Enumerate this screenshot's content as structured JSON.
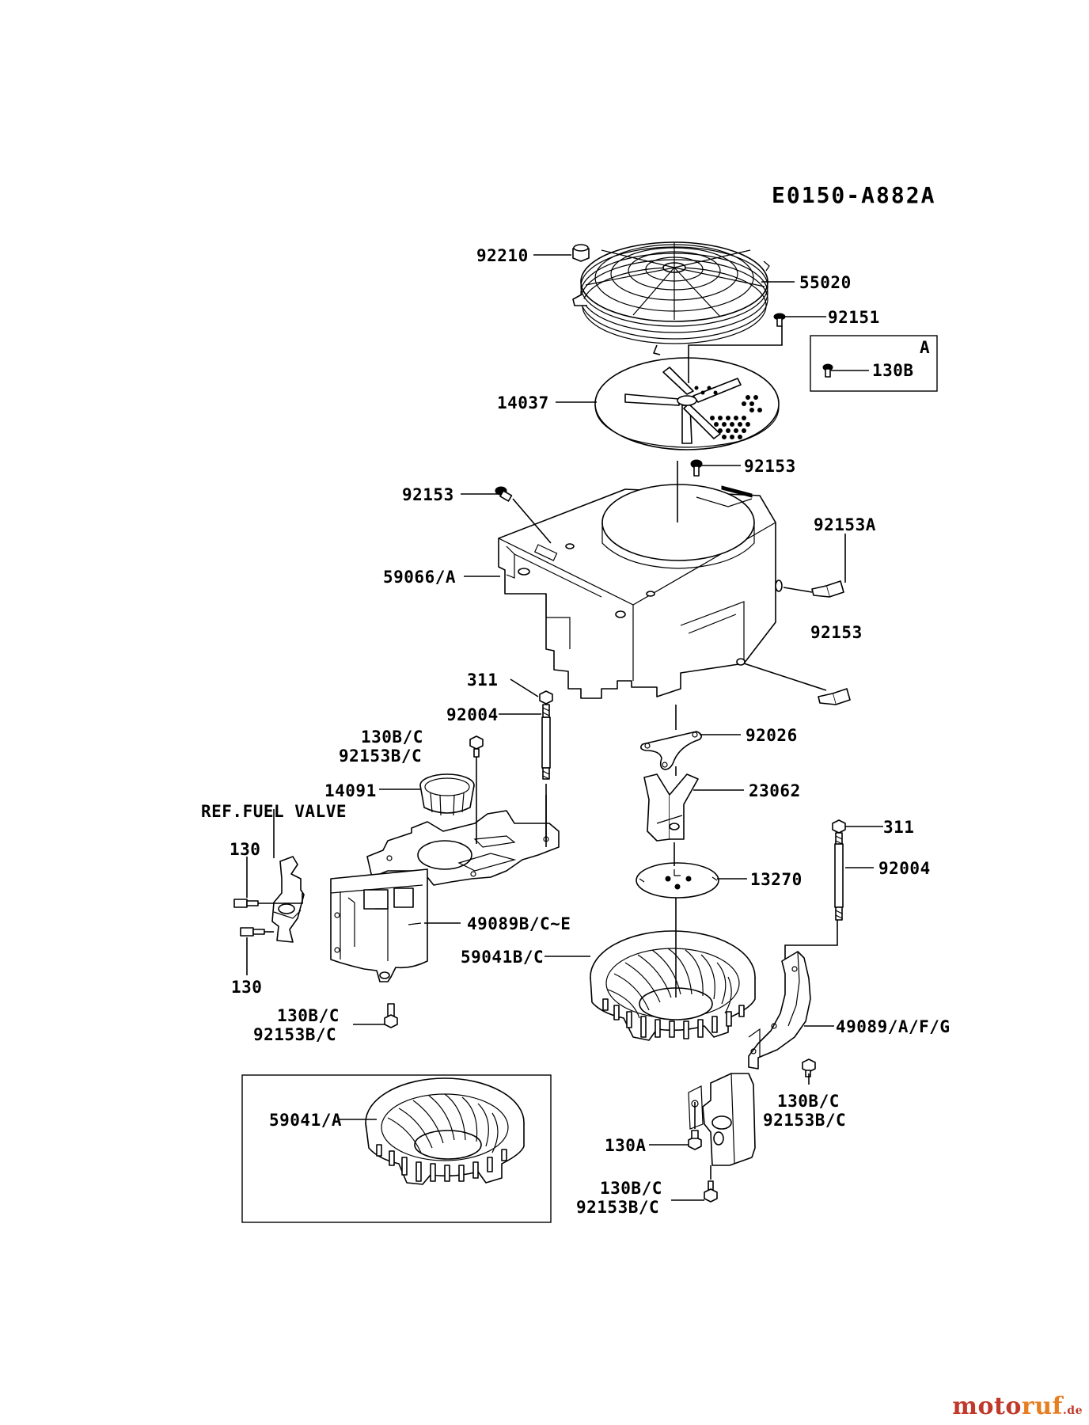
{
  "diagram_code": "E0150-A882A",
  "callouts": {
    "c92210": "92210",
    "c55020": "55020",
    "c92151": "92151",
    "c14037": "14037",
    "c92153_top": "92153",
    "c92153_left": "92153",
    "c92153A": "92153A",
    "c59066": "59066/A",
    "c92153_right": "92153",
    "c311_left": "311",
    "c92004_left": "92004",
    "c130BC_top": "130B/C",
    "c92153BC_top": "92153B/C",
    "c92026": "92026",
    "c14091": "14091",
    "c23062": "23062",
    "ref_fuel_valve": "REF.FUEL VALVE",
    "c311_right": "311",
    "c130_top": "130",
    "c92004_right": "92004",
    "c13270": "13270",
    "c49089BCE": "49089B/C~E",
    "c59041BC": "59041B/C",
    "c130_bottom": "130",
    "c130BC_mid": "130B/C",
    "c92153BC_mid": "92153B/C",
    "c49089AFG": "49089/A/F/G",
    "c59041A": "59041/A",
    "c130BC_right": "130B/C",
    "c92153BC_right": "92153B/C",
    "c130A": "130A",
    "c130BC_bottom": "130B/C",
    "c92153BC_bottom": "92153B/C"
  },
  "inset_a": {
    "letter": "A",
    "part": "130B"
  },
  "watermark": {
    "part1": "moto",
    "part2": "ruf",
    "suffix": ".de"
  }
}
